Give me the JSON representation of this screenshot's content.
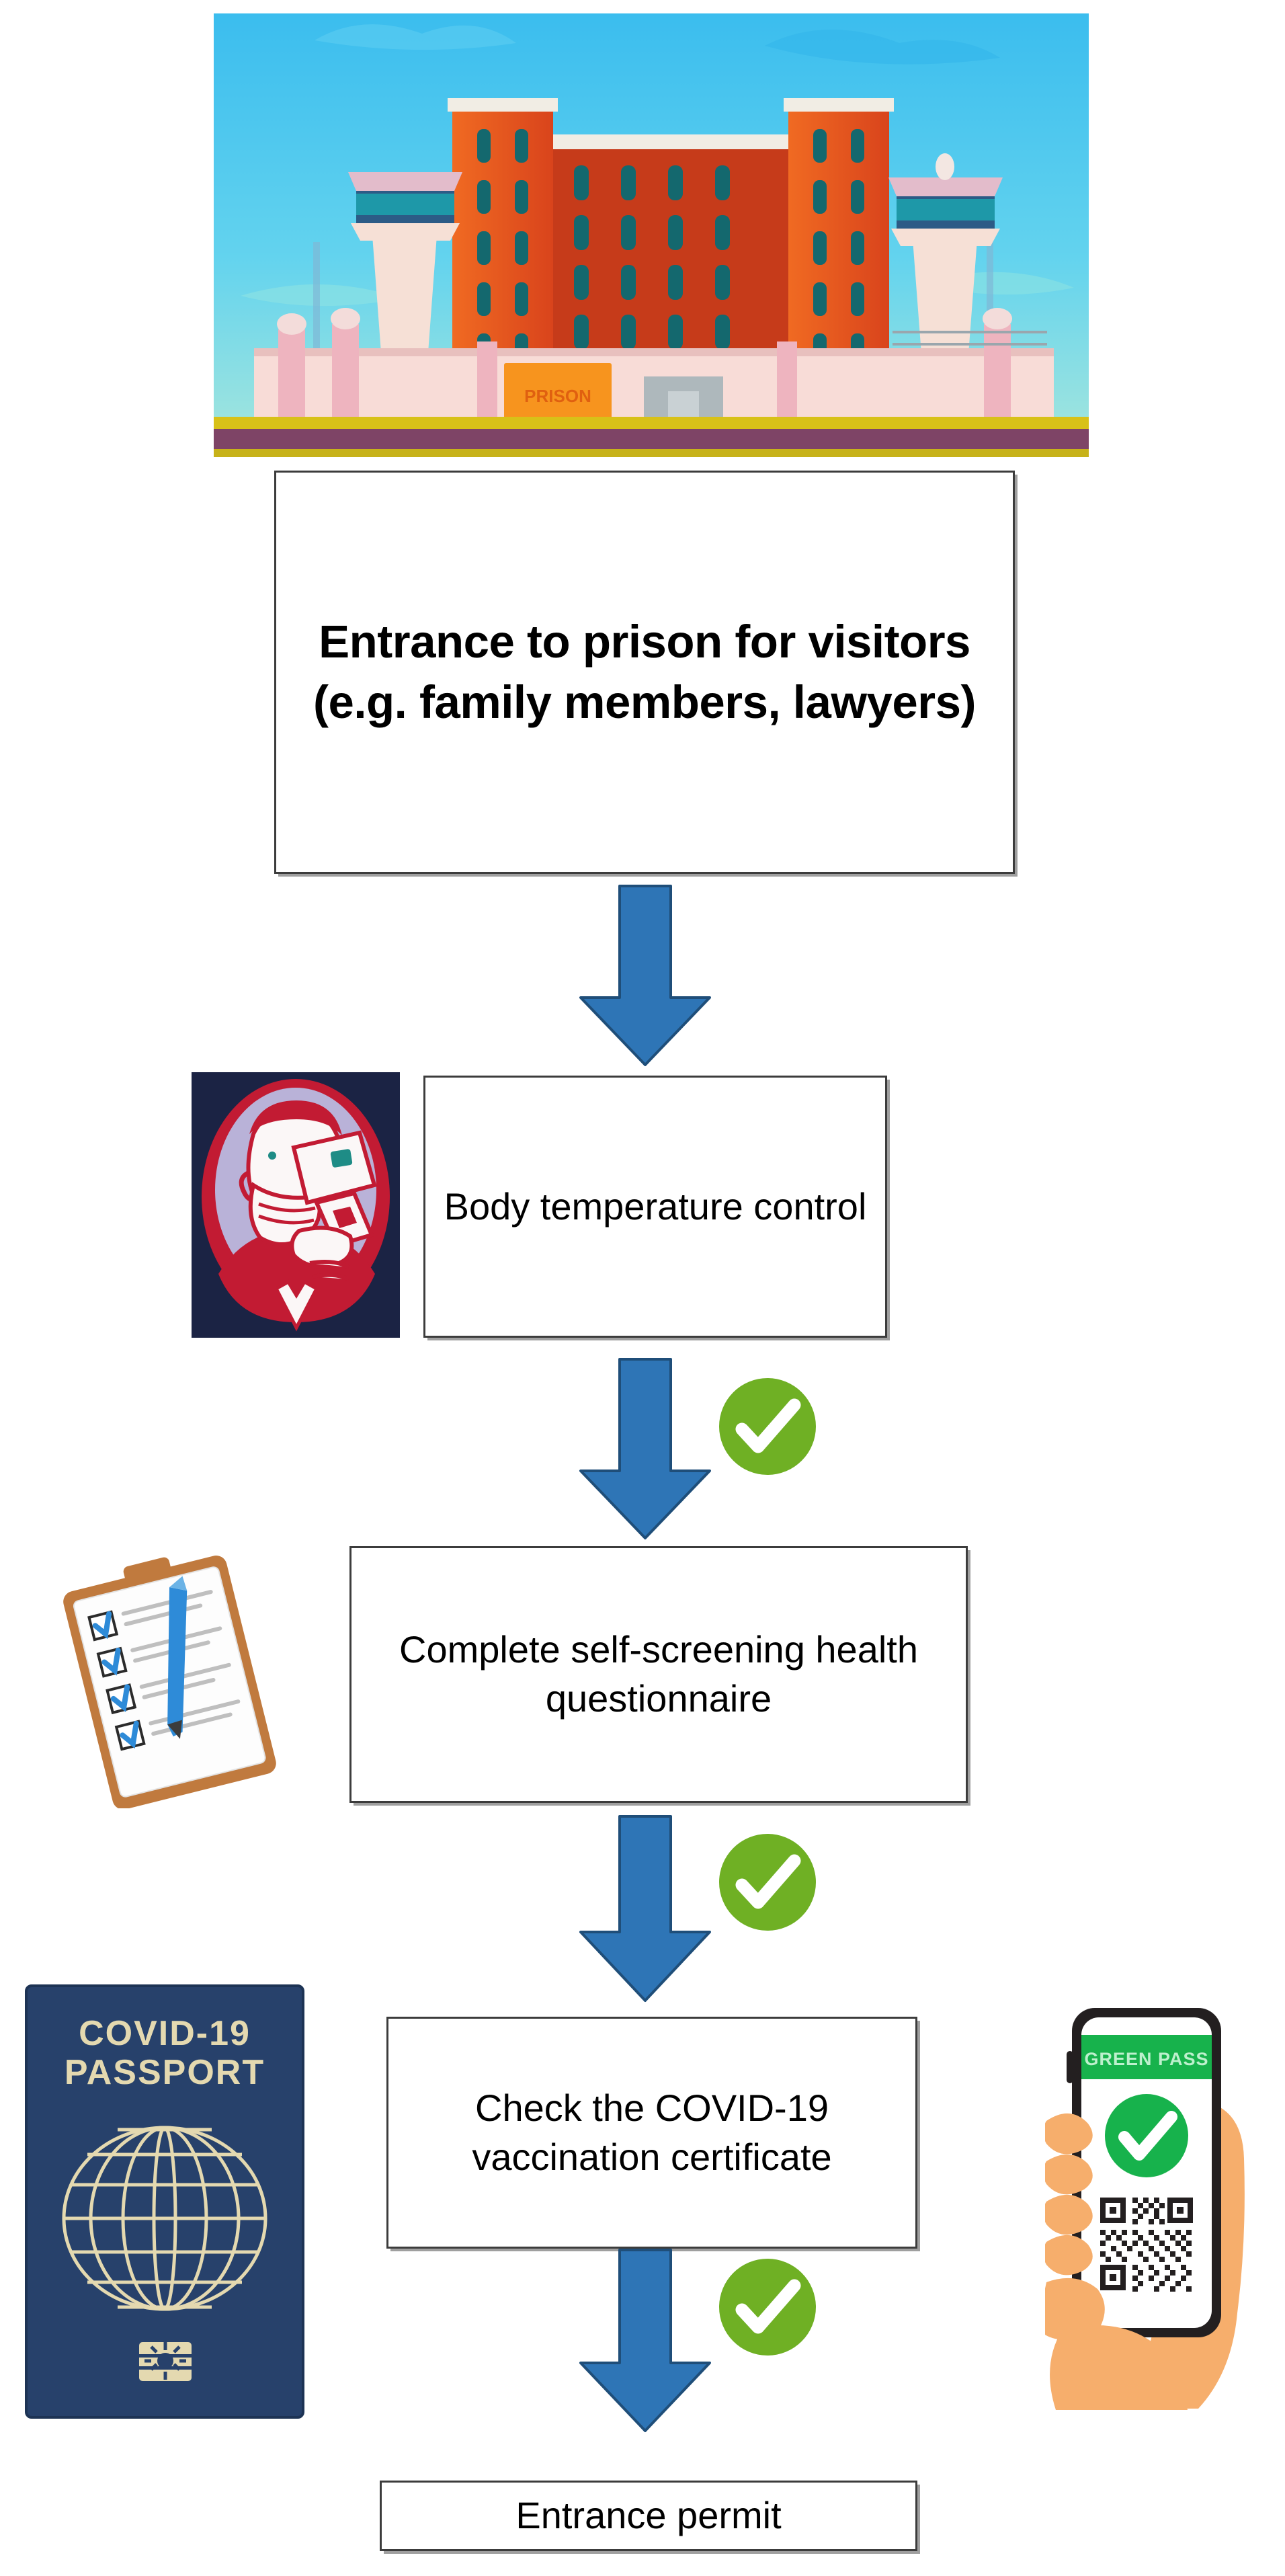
{
  "diagram": {
    "title": "Prison visitor COVID-19 entrance screening flowchart",
    "type": "flowchart",
    "orientation": "vertical-top-to-bottom",
    "colors": {
      "arrow_fill": "#2E75B6",
      "arrow_stroke": "#1F4E79",
      "check_green": "#6FB024",
      "box_border": "#3C3C3C",
      "box_fill": "#FFFFFF",
      "passport_navy": "#27416B",
      "passport_gold": "#E4D9B0",
      "greenpass_green": "#17B24C",
      "clipboard_brown": "#C07A3E",
      "prison_building": "#E8541F",
      "prison_sky": "#3FC0EF"
    },
    "nodes": [
      {
        "id": "entrance",
        "label": "Entrance to prison for visitors (e.g. family members, lawyers)",
        "bold": true
      },
      {
        "id": "temp",
        "label": "Body temperature control",
        "bold": false
      },
      {
        "id": "quest",
        "label": "Complete self-screening health questionnaire",
        "bold": false
      },
      {
        "id": "cert",
        "label": "Check the COVID-19 vaccination certificate",
        "bold": false
      },
      {
        "id": "permit",
        "label": "Entrance permit",
        "bold": false
      }
    ],
    "connectors": [
      {
        "id": "arrow-1",
        "from": "entrance",
        "to": "temp",
        "icon": "down-arrow",
        "check": false
      },
      {
        "id": "arrow-2",
        "from": "temp",
        "to": "quest",
        "icon": "down-arrow",
        "check": true
      },
      {
        "id": "arrow-3",
        "from": "quest",
        "to": "cert",
        "icon": "down-arrow",
        "check": true
      },
      {
        "id": "arrow-4",
        "from": "cert",
        "to": "permit",
        "icon": "down-arrow",
        "check": true
      }
    ],
    "illustrations": [
      {
        "id": "prison-image",
        "name": "prison-building-illustration",
        "alt": "Cartoon prison building with watchtowers and perimeter wall",
        "sign_text": "PRISON"
      },
      {
        "id": "icon-thermometer",
        "name": "thermometer-check-icon",
        "alt": "Masked person having forehead temperature measured with infrared thermometer"
      },
      {
        "id": "icon-clipboard",
        "name": "clipboard-checklist-icon",
        "alt": "Clipboard with ticked checkboxes and a blue pen"
      },
      {
        "id": "icon-passport",
        "name": "covid-passport-icon",
        "alt": "Navy blue COVID-19 passport booklet with gold globe",
        "line1": "COVID-19",
        "line2": "PASSPORT"
      },
      {
        "id": "icon-greenpass",
        "name": "green-pass-phone-icon",
        "alt": "Hand holding a smartphone showing a Green Pass with QR code",
        "header": "GREEN PASS"
      }
    ]
  }
}
